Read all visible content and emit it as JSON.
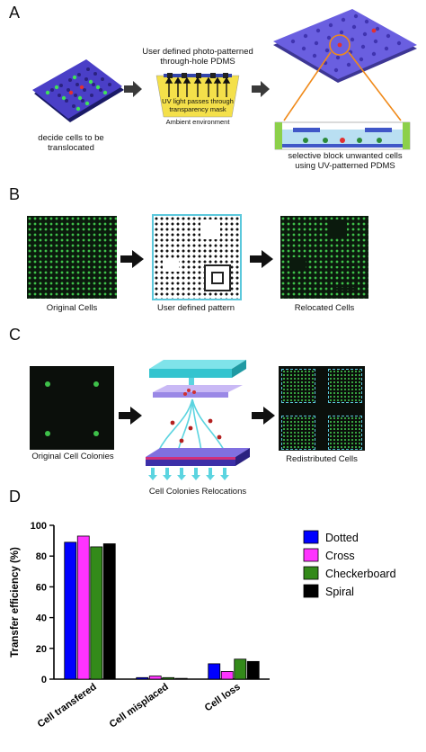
{
  "panelA": {
    "letter": "A",
    "left_caption": "decide cells to be\ntranslocated",
    "mask_title": "User defined photo-patterned\nthrough-hole PDMS",
    "mask_note": "UV light passes through\ntransparency mask",
    "mask_env": "Ambient environment",
    "right_caption": "selective block unwanted cells\nusing UV-patterned PDMS"
  },
  "panelB": {
    "letter": "B",
    "cap1": "Original Cells",
    "cap2": "User defined pattern",
    "cap3": "Relocated Cells"
  },
  "panelC": {
    "letter": "C",
    "cap1": "Original Cell Colonies",
    "cap2": "Cell Colonies Relocations",
    "cap3": "Redistributed Cells"
  },
  "panelD": {
    "letter": "D"
  },
  "colors": {
    "dotted": "#0000ff",
    "cross": "#ff33ff",
    "checkerboard": "#338a1a",
    "spiral": "#000000",
    "arrow": "#333333",
    "cyan": "#5bc8dc"
  },
  "chart_data": {
    "type": "bar",
    "ylabel": "Transfer efficiency (%)",
    "xlabel": "",
    "ylim": [
      0,
      100
    ],
    "yticks": [
      0,
      20,
      40,
      60,
      80,
      100
    ],
    "categories": [
      "Cell transfered",
      "Cell misplaced",
      "Cell loss"
    ],
    "series": [
      {
        "name": "Dotted",
        "values": [
          89,
          1,
          10
        ],
        "color": "#0000ff"
      },
      {
        "name": "Cross",
        "values": [
          93,
          2,
          5
        ],
        "color": "#ff33ff"
      },
      {
        "name": "Checkerboard",
        "values": [
          86,
          1,
          13
        ],
        "color": "#338a1a"
      },
      {
        "name": "Spiral",
        "values": [
          88,
          0.5,
          11.5
        ],
        "color": "#000000"
      }
    ],
    "legend": "right"
  }
}
